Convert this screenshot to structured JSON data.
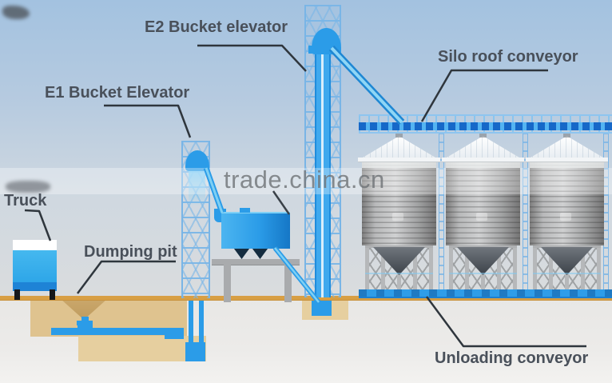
{
  "watermark": {
    "text": "trade.china.cn"
  },
  "labels": {
    "e2_elevator": "E2 Bucket elevator",
    "e1_elevator": "E1 Bucket Elevator",
    "silo_roof_conveyor": "Silo roof conveyor",
    "truck": "Truck",
    "dumping_pit": "Dumping pit",
    "unloading_conveyor": "Unloading conveyor"
  },
  "colors": {
    "equipment_blue": "#2b9ce8",
    "chute_light_blue": "#8ed6f6",
    "lattice_blue": "#79b5e6",
    "steel_gray": "#b6b8ba",
    "silo_body_gray": "#a9a9a9",
    "hopper_dark": "#142c40",
    "ground_orange": "#d89f44",
    "soil_tan": "#dfc38f",
    "label_text": "#49505a",
    "leader_line": "#2f363d",
    "sky_top": "#a3c2e0"
  }
}
